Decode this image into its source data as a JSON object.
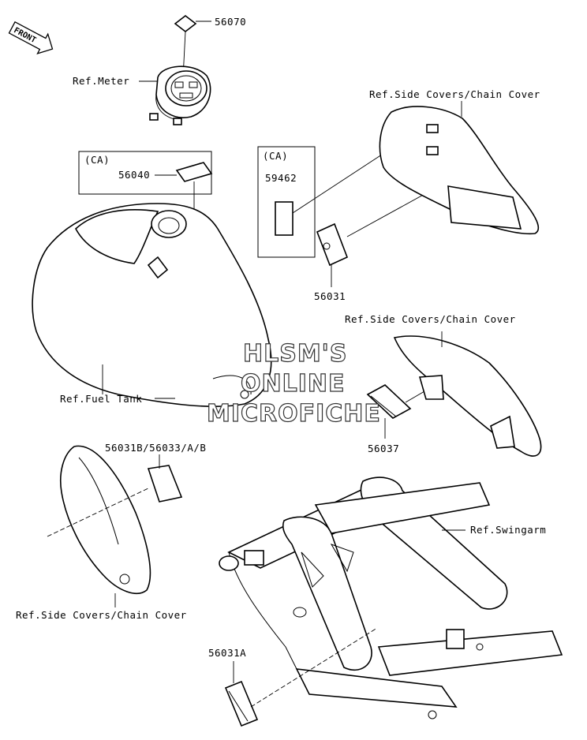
{
  "front_badge": "FRONT",
  "labels": {
    "p56070": "56070",
    "ref_meter": "Ref.Meter",
    "ca1": "(CA)",
    "p56040": "56040",
    "ca2": "(CA)",
    "p59462": "59462",
    "ref_side_covers_1": "Ref.Side Covers/Chain Cover",
    "p56031": "56031",
    "ref_side_covers_2": "Ref.Side Covers/Chain Cover",
    "ref_fuel_tank": "Ref.Fuel Tank",
    "p56037": "56037",
    "p56031b": "56031B/56033/A/B",
    "ref_swingarm": "Ref.Swingarm",
    "ref_side_covers_3": "Ref.Side Covers/Chain Cover",
    "p56031a": "56031A"
  },
  "watermark": {
    "line1": "HLSM'S",
    "line2": "ONLINE",
    "line3": "MICROFICHE"
  }
}
